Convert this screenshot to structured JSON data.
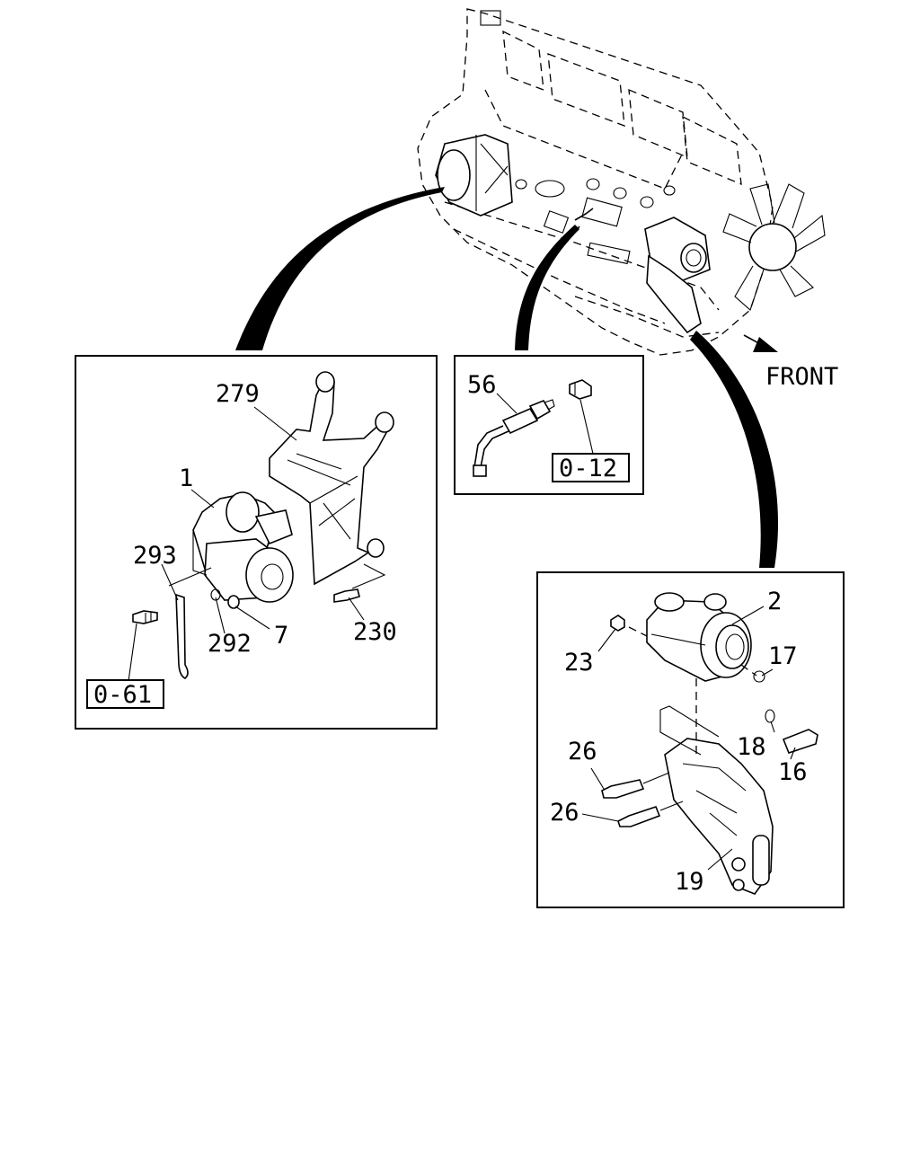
{
  "direction_label": "FRONT",
  "panels": {
    "starter": {
      "callouts": [
        "279",
        "1",
        "293",
        "292",
        "7",
        "230"
      ],
      "reference": "0-61"
    },
    "sensor": {
      "callouts": [
        "56"
      ],
      "reference": "0-12"
    },
    "alternator": {
      "callouts": [
        "2",
        "23",
        "17",
        "18",
        "16",
        "26",
        "26",
        "19"
      ]
    }
  }
}
